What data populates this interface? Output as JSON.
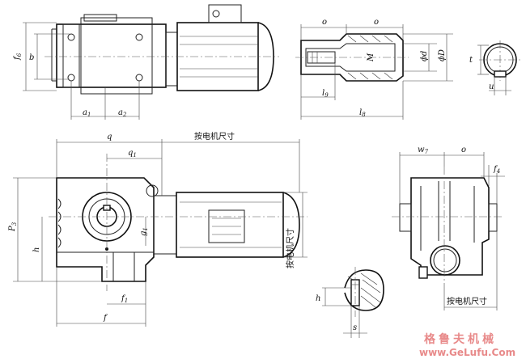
{
  "labels": {
    "o_left": "o",
    "o_right": "o",
    "d": "ϕd",
    "D": "ϕD",
    "M": "M",
    "t": "t",
    "u": "u",
    "l9": "l",
    "l9_sub": "9",
    "l8": "l",
    "l8_sub": "8",
    "f6": "f",
    "f6_sub": "6",
    "b": "b",
    "a1": "a",
    "a1_sub": "1",
    "a2": "a",
    "a2_sub": "2",
    "q": "q",
    "q1": "q",
    "q1_sub": "1",
    "motor_dim_top": "按电机尺寸",
    "motor_dim_vertical": "按电机尺寸",
    "motor_dim_right": "按电机尺寸",
    "p3": "P",
    "p3_sub": "3",
    "h": "h",
    "g": "g",
    "g_sub": "1",
    "f1": "f",
    "f1_sub": "1",
    "f": "f",
    "w7": "w",
    "w7_sub": "7",
    "o_end": "o",
    "f4": "f",
    "f4_sub": "4",
    "h_detail": "h",
    "s": "s"
  },
  "watermark": {
    "cn": "格鲁夫机械",
    "url": "www.GeLufu.Com"
  }
}
